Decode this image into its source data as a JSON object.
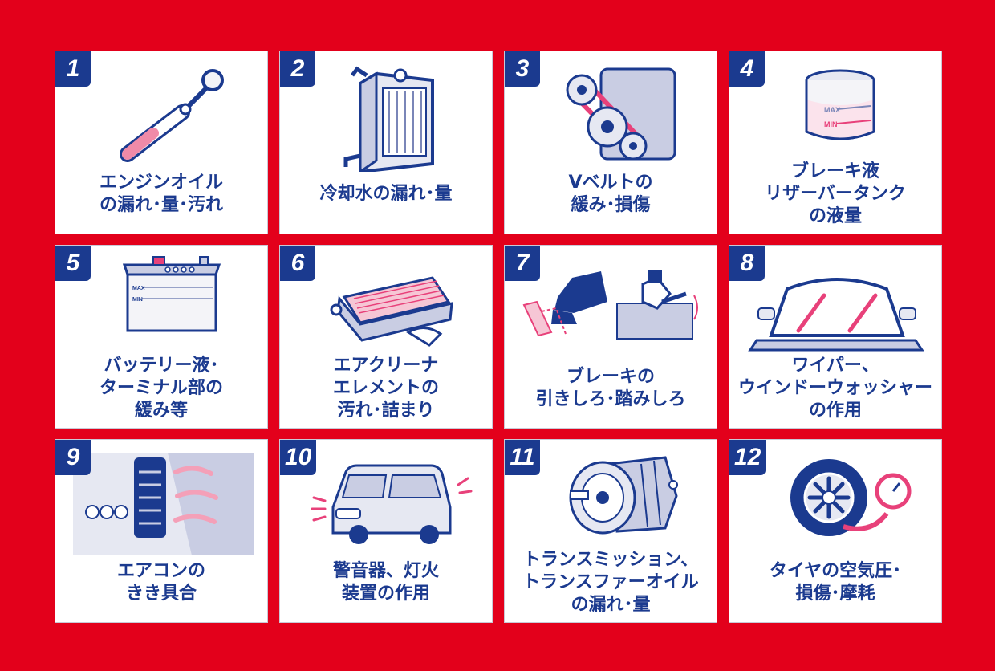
{
  "colors": {
    "background": "#e3001b",
    "badge": "#1b3a8f",
    "text": "#1b3a8f",
    "accent": "#e8417a"
  },
  "items": [
    {
      "number": "1",
      "icon": "dipstick-icon",
      "label": "エンジンオイル\nの漏れ･量･汚れ"
    },
    {
      "number": "2",
      "icon": "radiator-icon",
      "label": "冷却水の漏れ･量"
    },
    {
      "number": "3",
      "icon": "v-belt-icon",
      "label": "Vベルトの\n緩み･損傷"
    },
    {
      "number": "4",
      "icon": "brake-fluid-tank-icon",
      "label": "ブレーキ液\nリザーバータンク\nの液量",
      "tank_max": "MAX",
      "tank_min": "MIN"
    },
    {
      "number": "5",
      "icon": "battery-icon",
      "label": "バッテリー液･\nターミナル部の\n緩み等",
      "battery_max": "MAX",
      "battery_min": "MIN"
    },
    {
      "number": "6",
      "icon": "air-filter-icon",
      "label": "エアクリーナ\nエレメントの\n汚れ･詰まり"
    },
    {
      "number": "7",
      "icon": "brake-pedal-icon",
      "label": "ブレーキの\n引きしろ･踏みしろ"
    },
    {
      "number": "8",
      "icon": "wiper-icon",
      "label": "ワイパー、\nウインドーウォッシャー\nの作用"
    },
    {
      "number": "9",
      "icon": "air-vent-icon",
      "label": "エアコンの\nきき具合"
    },
    {
      "number": "10",
      "icon": "car-lights-icon",
      "label": "警音器、灯火\n装置の作用"
    },
    {
      "number": "11",
      "icon": "transmission-icon",
      "label": "トランスミッション、\nトランスファーオイル\nの漏れ･量"
    },
    {
      "number": "12",
      "icon": "tire-gauge-icon",
      "label": "タイヤの空気圧･\n損傷･摩耗"
    }
  ]
}
